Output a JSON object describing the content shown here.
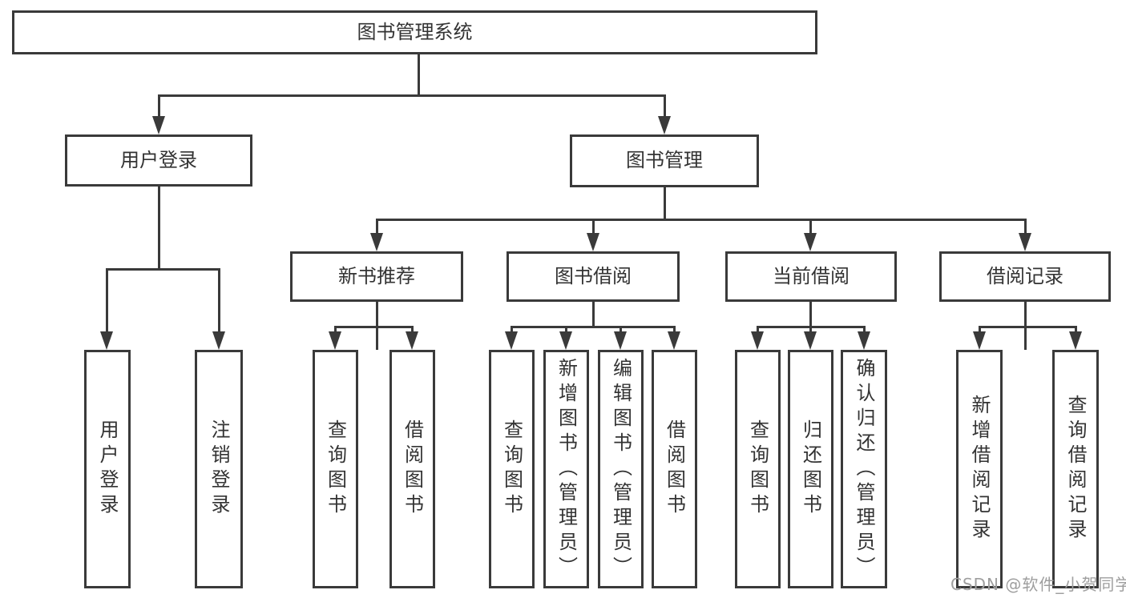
{
  "nodes": {
    "root": {
      "label": "图书管理系统"
    },
    "level2": [
      {
        "label": "用户登录"
      },
      {
        "label": "图书管理"
      }
    ],
    "level3": [
      {
        "label": "新书推荐",
        "parent": "图书管理"
      },
      {
        "label": "图书借阅",
        "parent": "图书管理"
      },
      {
        "label": "当前借阅",
        "parent": "图书管理"
      },
      {
        "label": "借阅记录",
        "parent": "图书管理"
      }
    ],
    "leaves": [
      {
        "label": "用户登录",
        "parent": "用户登录"
      },
      {
        "label": "注销登录",
        "parent": "用户登录"
      },
      {
        "label": "查询图书",
        "parent": "新书推荐"
      },
      {
        "label": "借阅图书",
        "parent": "新书推荐"
      },
      {
        "label": "查询图书",
        "parent": "图书借阅"
      },
      {
        "label": "新增图书（管理员）",
        "parent": "图书借阅"
      },
      {
        "label": "编辑图书（管理员）",
        "parent": "图书借阅"
      },
      {
        "label": "借阅图书",
        "parent": "图书借阅"
      },
      {
        "label": "查询图书",
        "parent": "当前借阅"
      },
      {
        "label": "归还图书",
        "parent": "当前借阅"
      },
      {
        "label": "确认归还（管理员）",
        "parent": "当前借阅"
      },
      {
        "label": "新增借阅记录",
        "parent": "借阅记录"
      },
      {
        "label": "查询借阅记录",
        "parent": "借阅记录"
      }
    ]
  },
  "watermark": {
    "text": "CSDN @软件_小贺同学"
  },
  "colors": {
    "line": "#3a3a3a",
    "text": "#333333",
    "watermark": "#9e9e9e",
    "background": "#ffffff"
  }
}
